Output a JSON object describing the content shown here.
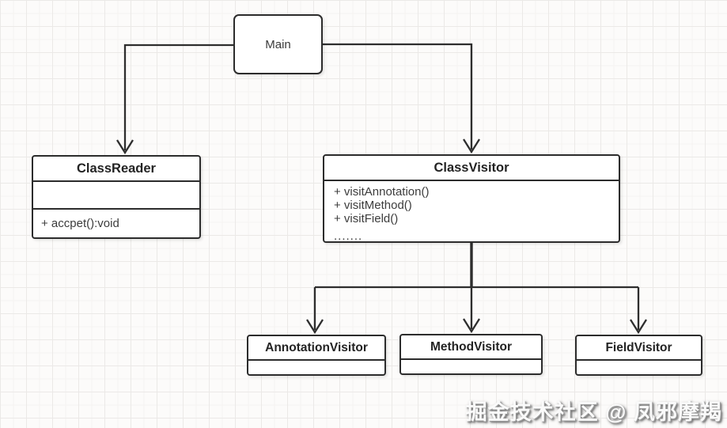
{
  "diagram": {
    "main": {
      "title": "Main"
    },
    "class_reader": {
      "title": "ClassReader",
      "attributes": "",
      "methods": [
        "+ accpet():void"
      ]
    },
    "class_visitor": {
      "title": "ClassVisitor",
      "methods": [
        "+ visitAnnotation()",
        "+ visitMethod()",
        "+ visitField()",
        "......."
      ]
    },
    "annotation_visitor": {
      "title": "AnnotationVisitor"
    },
    "method_visitor": {
      "title": "MethodVisitor"
    },
    "field_visitor": {
      "title": "FieldVisitor"
    }
  },
  "watermark": {
    "text": "掘金技术社区 @ 凤邪摩羯"
  },
  "colors": {
    "line": "#2e2e2e",
    "box_border": "#2c2c2c",
    "box_fill": "#ffffff",
    "background": "#fcfbfa",
    "grid_major": "#ebe9e7",
    "grid_minor": "#f5f3f1",
    "watermark_fill": "#fafafa",
    "watermark_shadow": "#6f6f6f"
  }
}
